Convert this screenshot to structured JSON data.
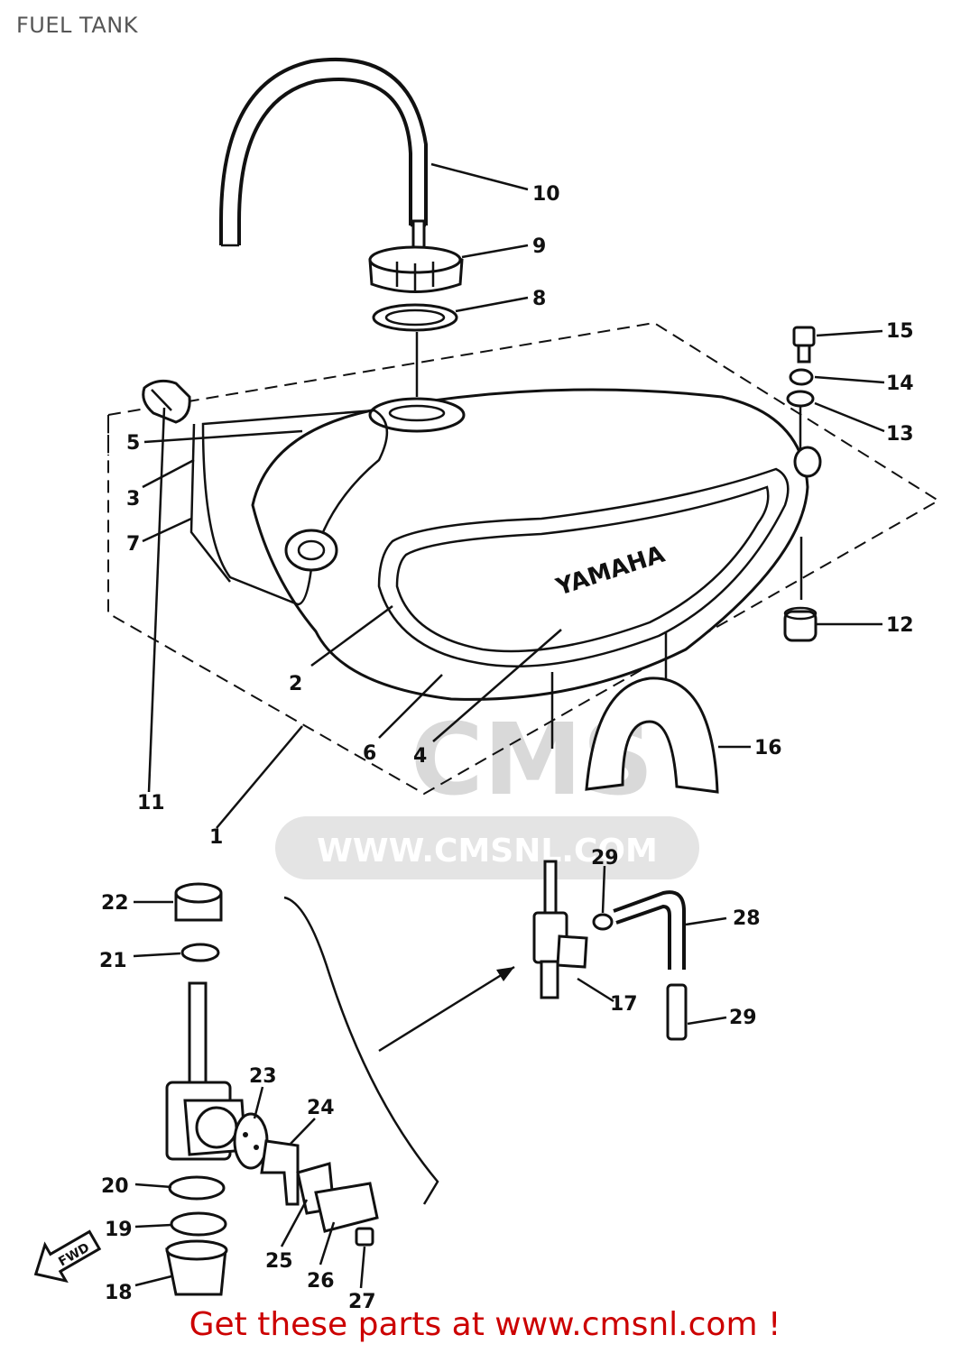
{
  "title": "FUEL TANK",
  "watermark": {
    "logo_text": "CMS",
    "url_text": "WWW.CMSNL.COM"
  },
  "footer": {
    "text": "Get these parts at www.cmsnl.com !",
    "color": "#cc0000"
  },
  "tank_brand": "YAMAHA",
  "fwd_label": "FWD",
  "callouts": [
    "1",
    "2",
    "3",
    "4",
    "5",
    "6",
    "7",
    "8",
    "9",
    "10",
    "11",
    "12",
    "13",
    "14",
    "15",
    "16",
    "17",
    "18",
    "19",
    "20",
    "21",
    "22",
    "23",
    "24",
    "25",
    "26",
    "27",
    "28",
    "29",
    "29"
  ]
}
